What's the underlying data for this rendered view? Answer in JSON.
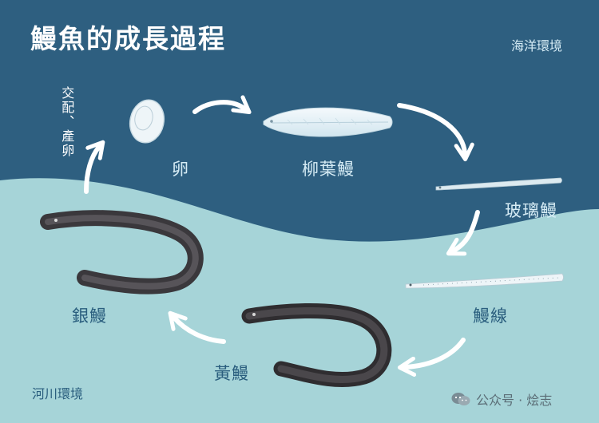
{
  "colors": {
    "ocean": "#2e5f80",
    "river": "#a6d4d8",
    "title": "#ffffff",
    "ocean_text": "#d6ecf5",
    "river_text": "#2a5e7e",
    "arrow": "#ffffff",
    "eel_dark": "#3f3d40",
    "larva": "#e7f1f6"
  },
  "title": "鰻魚的成長過程",
  "environments": {
    "ocean": "海洋環境",
    "river": "河川環境"
  },
  "stages": {
    "egg": "卵",
    "leptocephalus": "柳葉鰻",
    "glass_eel": "玻璃鰻",
    "elver": "鰻線",
    "yellow_eel": "黃鰻",
    "silver_eel": "銀鰻"
  },
  "spawning": "交配、產卵",
  "watermark": {
    "icon": "wechat-icon",
    "text": "公众号 · 烩志"
  }
}
